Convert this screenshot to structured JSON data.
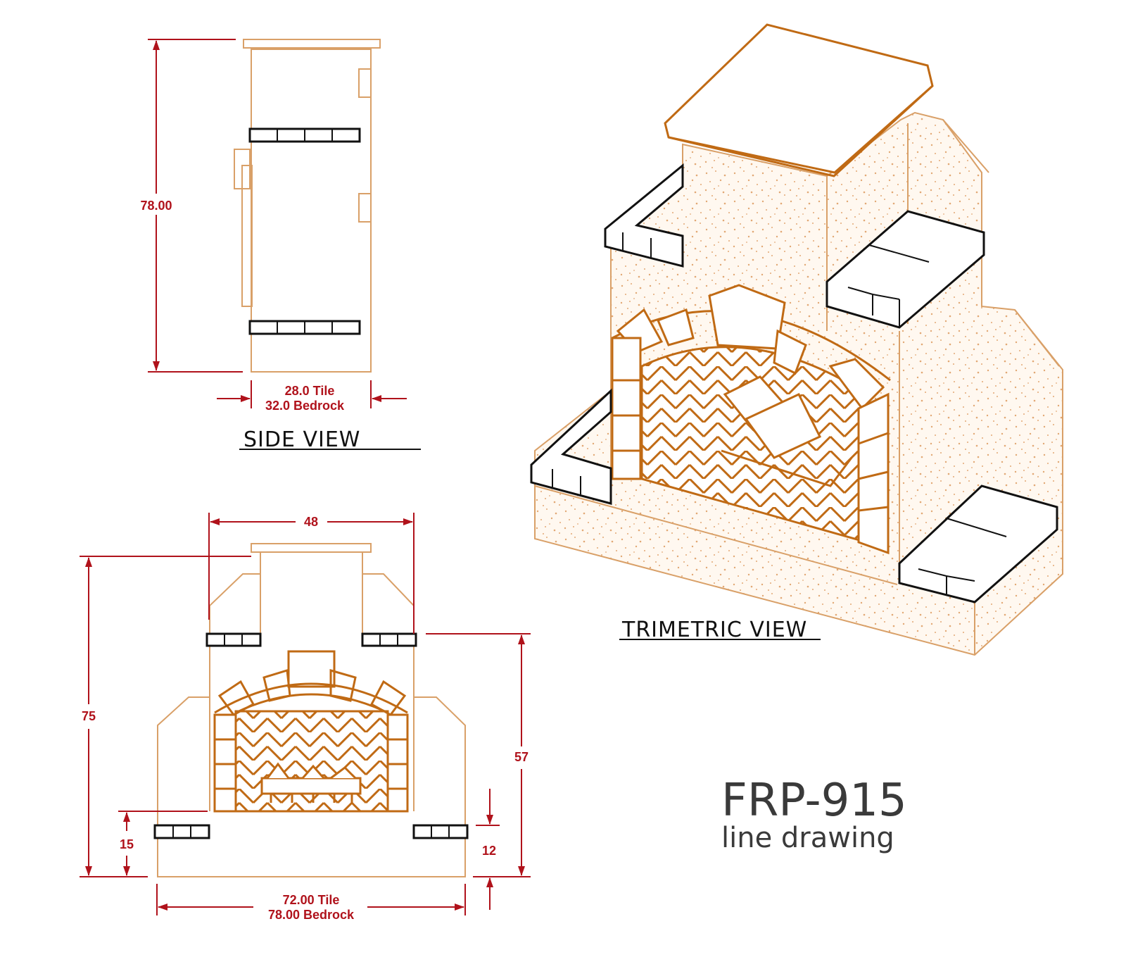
{
  "views": {
    "side_label": "SIDE  VIEW",
    "trimetric_label": "TRIMETRIC  VIEW"
  },
  "side_view": {
    "height": "78.00",
    "depth_tile": "28.0  Tile",
    "depth_bedrock": "32.0  Bedrock"
  },
  "front_view": {
    "chimney_width": "48",
    "total_height": "75",
    "hearth_height": "15",
    "shelf_height": "57",
    "bench_offset": "12",
    "width_tile": "72.00  Tile",
    "width_bedrock": "78.00  Bedrock"
  },
  "product": {
    "model": "FRP-915",
    "subtitle": "line drawing"
  },
  "colors": {
    "dimension": "#b0121b",
    "outline": "#d9a068",
    "brick": "#c06a14",
    "tile": "#111111"
  }
}
